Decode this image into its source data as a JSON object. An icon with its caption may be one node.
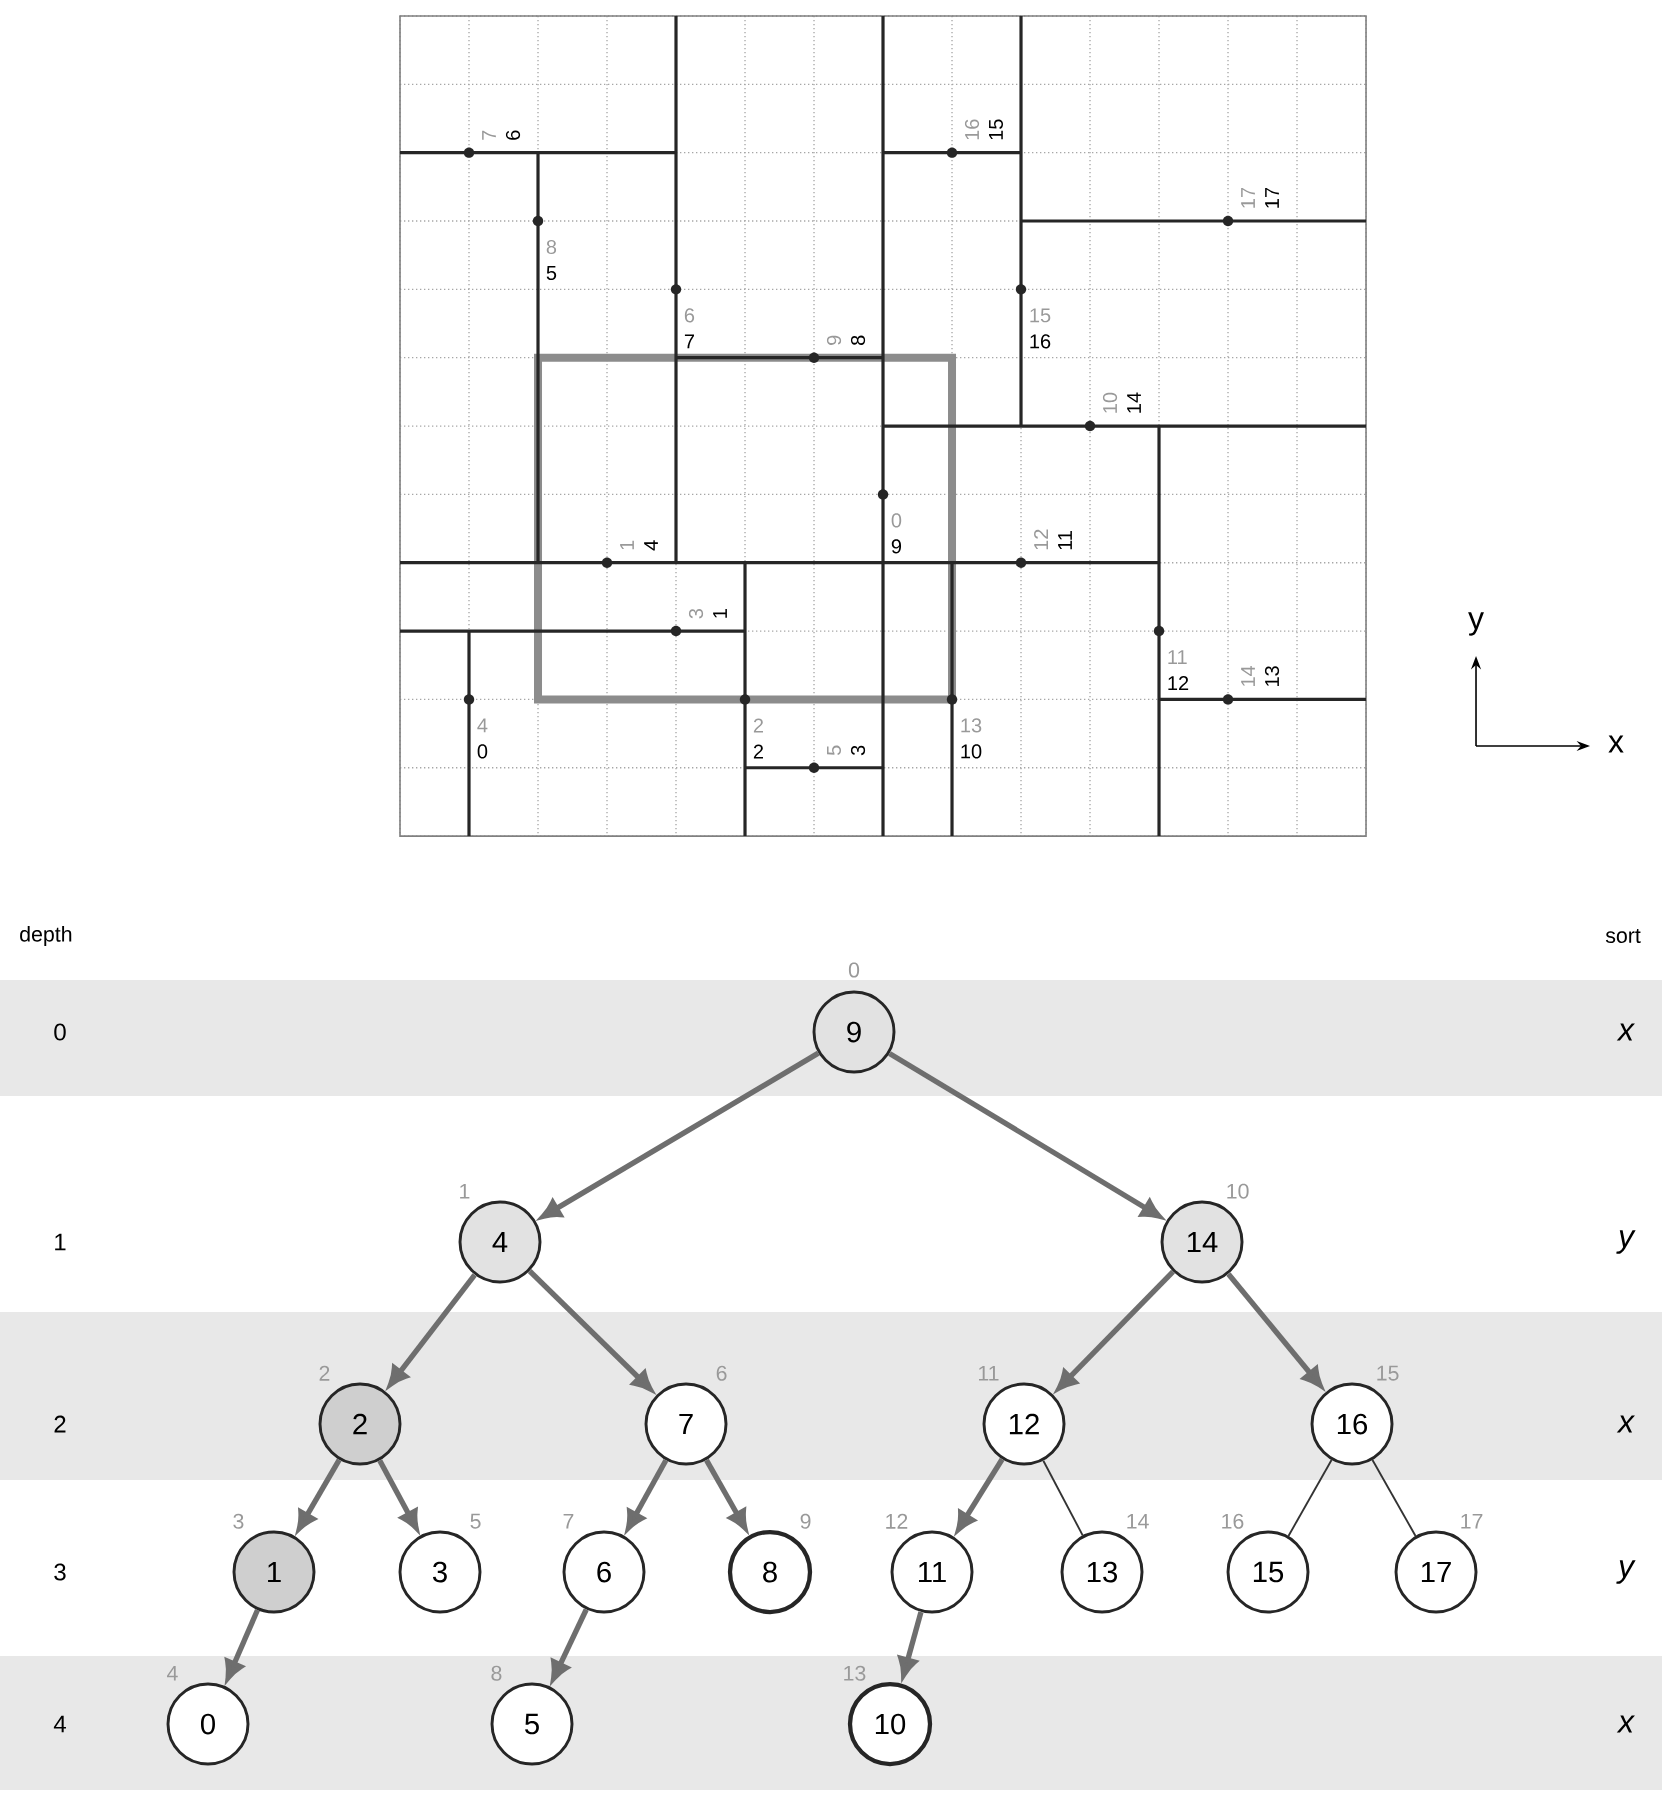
{
  "diagram": {
    "nodes": [
      {
        "text": [
          "9"
        ],
        "beside": [
          "0"
        ]
      },
      {
        "text": [
          "4"
        ],
        "beside": [
          "1"
        ]
      },
      {
        "text": [
          "14"
        ],
        "beside": [
          "10"
        ]
      },
      {
        "text": [
          "2"
        ],
        "beside": [
          "2"
        ]
      },
      {
        "text": [
          "7"
        ],
        "beside": [
          "6"
        ]
      },
      {
        "text": [
          "12"
        ],
        "beside": [
          "11"
        ]
      },
      {
        "text": [
          "16"
        ],
        "beside": [
          "15"
        ]
      },
      {
        "text": [
          "1"
        ],
        "beside": [
          "3"
        ]
      },
      {
        "text": [
          "3"
        ],
        "beside": [
          "5"
        ]
      },
      {
        "text": [
          "6"
        ],
        "beside": [
          "7"
        ]
      },
      {
        "text": [
          "8"
        ],
        "beside": [
          "9"
        ]
      },
      {
        "text": [
          "11"
        ],
        "beside": [
          "12"
        ]
      },
      {
        "text": [
          "13"
        ],
        "beside": [
          "14"
        ]
      },
      {
        "text": [
          "15"
        ],
        "beside": [
          "16"
        ]
      },
      {
        "text": [
          "17"
        ],
        "beside": [
          "17"
        ]
      },
      {
        "text": [
          "0"
        ],
        "beside": [
          "4"
        ]
      },
      {
        "text": [
          "5"
        ],
        "beside": [
          "8"
        ]
      },
      {
        "text": [
          "10"
        ],
        "beside": [
          "13"
        ]
      }
    ],
    "edges": [
      {
        "from": 0,
        "to": 1,
        "arrow": "to"
      },
      {
        "from": 0,
        "to": 2,
        "arrow": "to"
      },
      {
        "from": 1,
        "to": 3,
        "arrow": "to"
      },
      {
        "from": 1,
        "to": 4,
        "arrow": "to"
      },
      {
        "from": 2,
        "to": 5,
        "arrow": "to"
      },
      {
        "from": 2,
        "to": 6,
        "arrow": "to"
      },
      {
        "from": 3,
        "to": 7,
        "arrow": "to"
      },
      {
        "from": 3,
        "to": 8,
        "arrow": "to"
      },
      {
        "from": 4,
        "to": 9,
        "arrow": "to"
      },
      {
        "from": 4,
        "to": 10,
        "arrow": "to"
      },
      {
        "from": 5,
        "to": 11,
        "arrow": "to"
      },
      {
        "from": 5,
        "to": 12,
        "arrow": "none",
        "color": "#333333"
      },
      {
        "from": 6,
        "to": 13,
        "arrow": "none",
        "color": "#333333"
      },
      {
        "from": 6,
        "to": 14,
        "arrow": "none",
        "color": "#333333"
      },
      {
        "from": 7,
        "to": 15,
        "arrow": "to"
      },
      {
        "from": 9,
        "to": 16,
        "arrow": "to"
      },
      {
        "from": 11,
        "to": 17,
        "arrow": "to"
      }
    ],
    "labels": [
      "7",
      "6",
      "16",
      "15",
      "8",
      "5",
      "17",
      "17",
      "6",
      "7",
      "15",
      "16",
      "9",
      "8",
      "10",
      "14",
      "0",
      "9",
      "1",
      "4",
      "12",
      "11",
      "3",
      "1",
      "11",
      "12",
      "4",
      "0",
      "2",
      "2",
      "13",
      "10",
      "14",
      "13",
      "5",
      "3",
      "y",
      "x",
      "depth",
      "sort",
      "0",
      "x",
      "1",
      "y",
      "2",
      "x",
      "3",
      "y",
      "4",
      "x"
    ]
  }
}
